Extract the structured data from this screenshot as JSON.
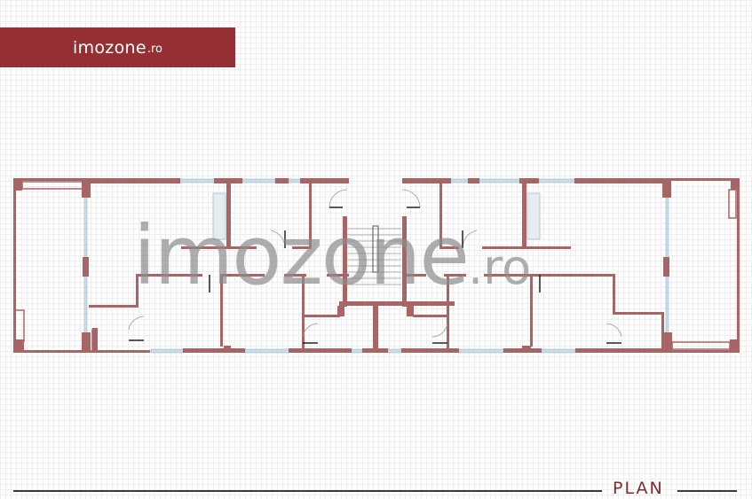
{
  "brand": {
    "name": "imozone",
    "tld": ".ro",
    "badge_color": "#962f33"
  },
  "watermark": {
    "name": "imozone",
    "tld": ".ro"
  },
  "plan": {
    "wall_color": "#a86565",
    "window_color": "#b9d3e0",
    "door_color": "#222222"
  },
  "footer": {
    "label": "PLAN"
  }
}
